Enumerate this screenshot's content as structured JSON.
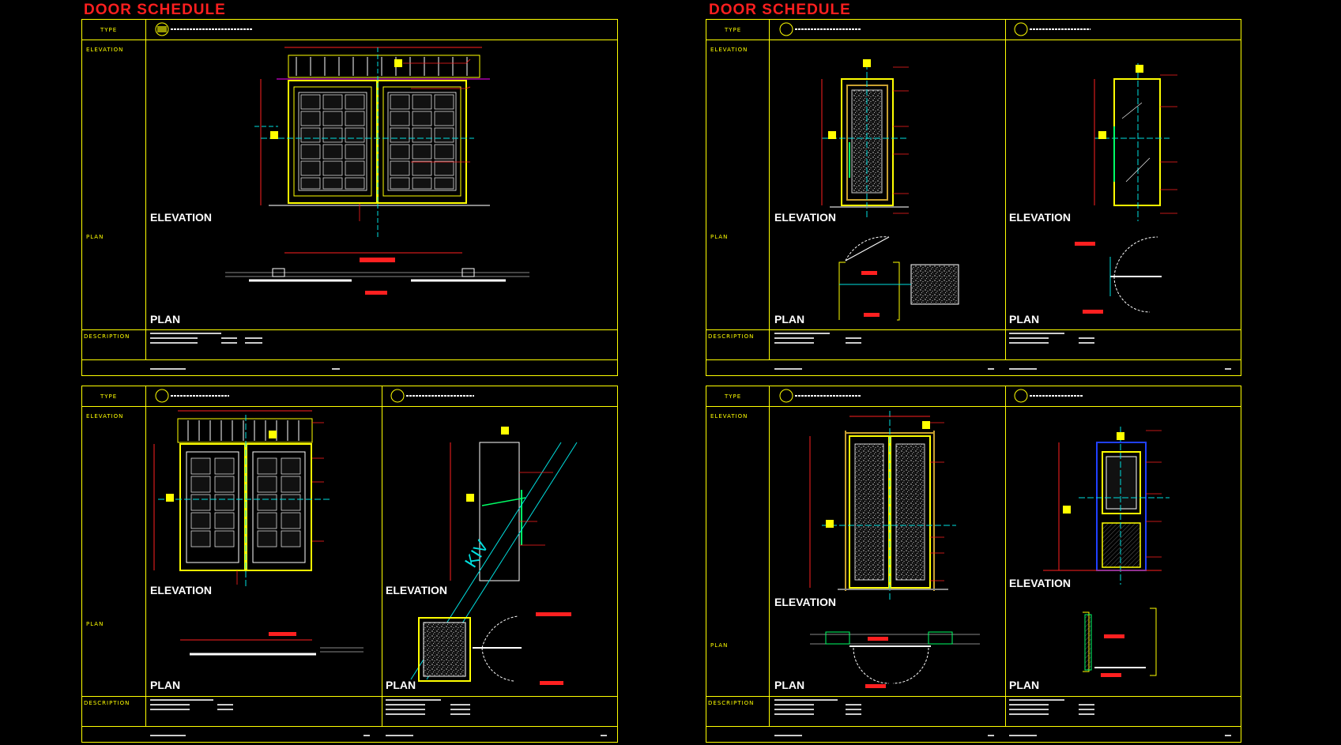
{
  "schedule": {
    "title": "DOOR SCHEDULE",
    "row_labels": {
      "type": "TYPE",
      "elevation": "ELEVATION",
      "plan": "PLAN",
      "description": "DESCRIPTION"
    },
    "view_labels": {
      "elevation": "ELEVATION",
      "plan": "PLAN"
    },
    "watermark": "KIV"
  },
  "colors": {
    "frame": "#ffff00",
    "title": "#ff1f1f",
    "dimension": "#ff2020",
    "centerline": "#00e0e0",
    "glass": "#ffffff",
    "background": "#000000"
  }
}
